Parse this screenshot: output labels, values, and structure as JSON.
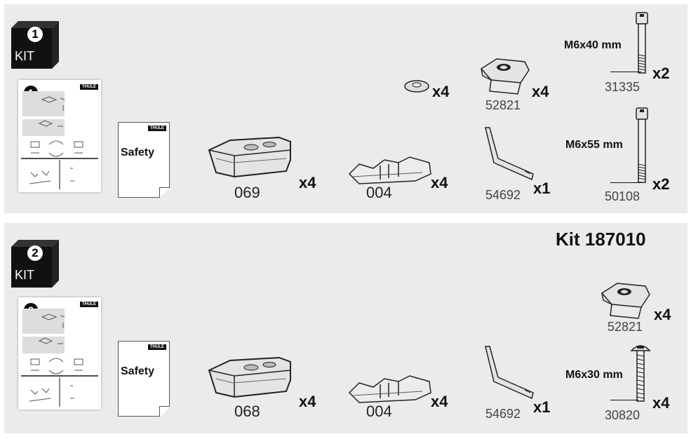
{
  "kits": [
    {
      "badge": {
        "number": "1",
        "label": "KIT"
      },
      "booklet": {
        "number": "1",
        "brand": "THULE"
      },
      "safety": {
        "label": "Safety",
        "brand": "THULE"
      },
      "parts": [
        {
          "code": "069",
          "qty": "x4"
        },
        {
          "code": "004",
          "qty": "x4"
        },
        {
          "code": "",
          "qty": "x4"
        },
        {
          "code": "52821",
          "qty": "x4"
        },
        {
          "code": "54692",
          "qty": "x1"
        },
        {
          "code": "31335",
          "qty": "x2",
          "dimension": "M6x40 mm"
        },
        {
          "code": "50108",
          "qty": "x2",
          "dimension": "M6x55 mm"
        }
      ]
    },
    {
      "title": "Kit 187010",
      "badge": {
        "number": "2",
        "label": "KIT"
      },
      "booklet": {
        "number": "2",
        "brand": "THULE"
      },
      "safety": {
        "label": "Safety",
        "brand": "THULE"
      },
      "parts": [
        {
          "code": "068",
          "qty": "x4"
        },
        {
          "code": "004",
          "qty": "x4"
        },
        {
          "code": "54692",
          "qty": "x1"
        },
        {
          "code": "52821",
          "qty": "x4"
        },
        {
          "code": "30820",
          "qty": "x4",
          "dimension": "M6x30 mm"
        }
      ]
    }
  ]
}
